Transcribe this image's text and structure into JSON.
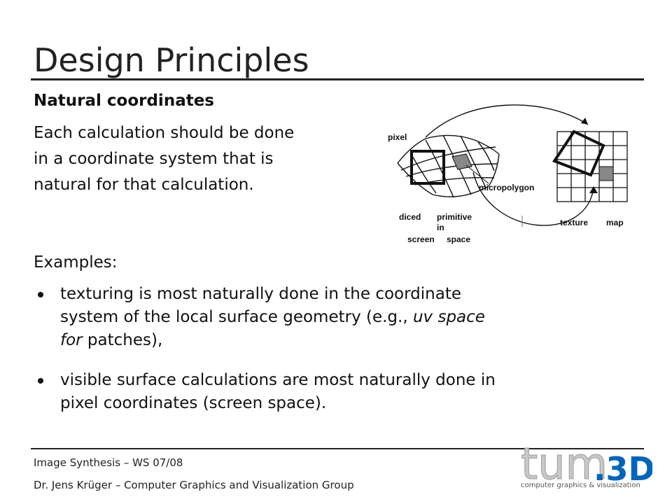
{
  "slide": {
    "title": "Design Principles",
    "subtitle": "Natural coordinates",
    "intro_lines": [
      "Each calculation should be done",
      "in a coordinate system that is",
      "natural for that calculation."
    ],
    "examples_label": "Examples:",
    "bullet1": {
      "line1": "texturing is most naturally done in the coordinate",
      "line2_a": "system of the local surface geometry (e.g., ",
      "line2_em": "uv space",
      "line3_em": "for",
      "line3_b": " patches),"
    },
    "bullet2": {
      "line1": "visible surface calculations are most naturally done in",
      "line2": "pixel coordinates (screen space)."
    }
  },
  "figure": {
    "pixel_label": "pixel",
    "micropolygon_label": "micropolygon",
    "diced_label_1": "diced",
    "diced_label_2": "primitive",
    "diced_label_3": "in",
    "diced_label_4": "screen",
    "diced_label_5": "space",
    "texture_label_1": "texture",
    "texture_label_2": "map"
  },
  "footer": {
    "line1": "Image Synthesis – WS 07/08",
    "line2": "Dr. Jens Krüger – Computer Graphics and Visualization Group"
  },
  "logo": {
    "wordmark_a": "tum",
    "wordmark_b": ".3D",
    "caption": "computer graphics & visualization",
    "brand_color": "#0065bd"
  }
}
